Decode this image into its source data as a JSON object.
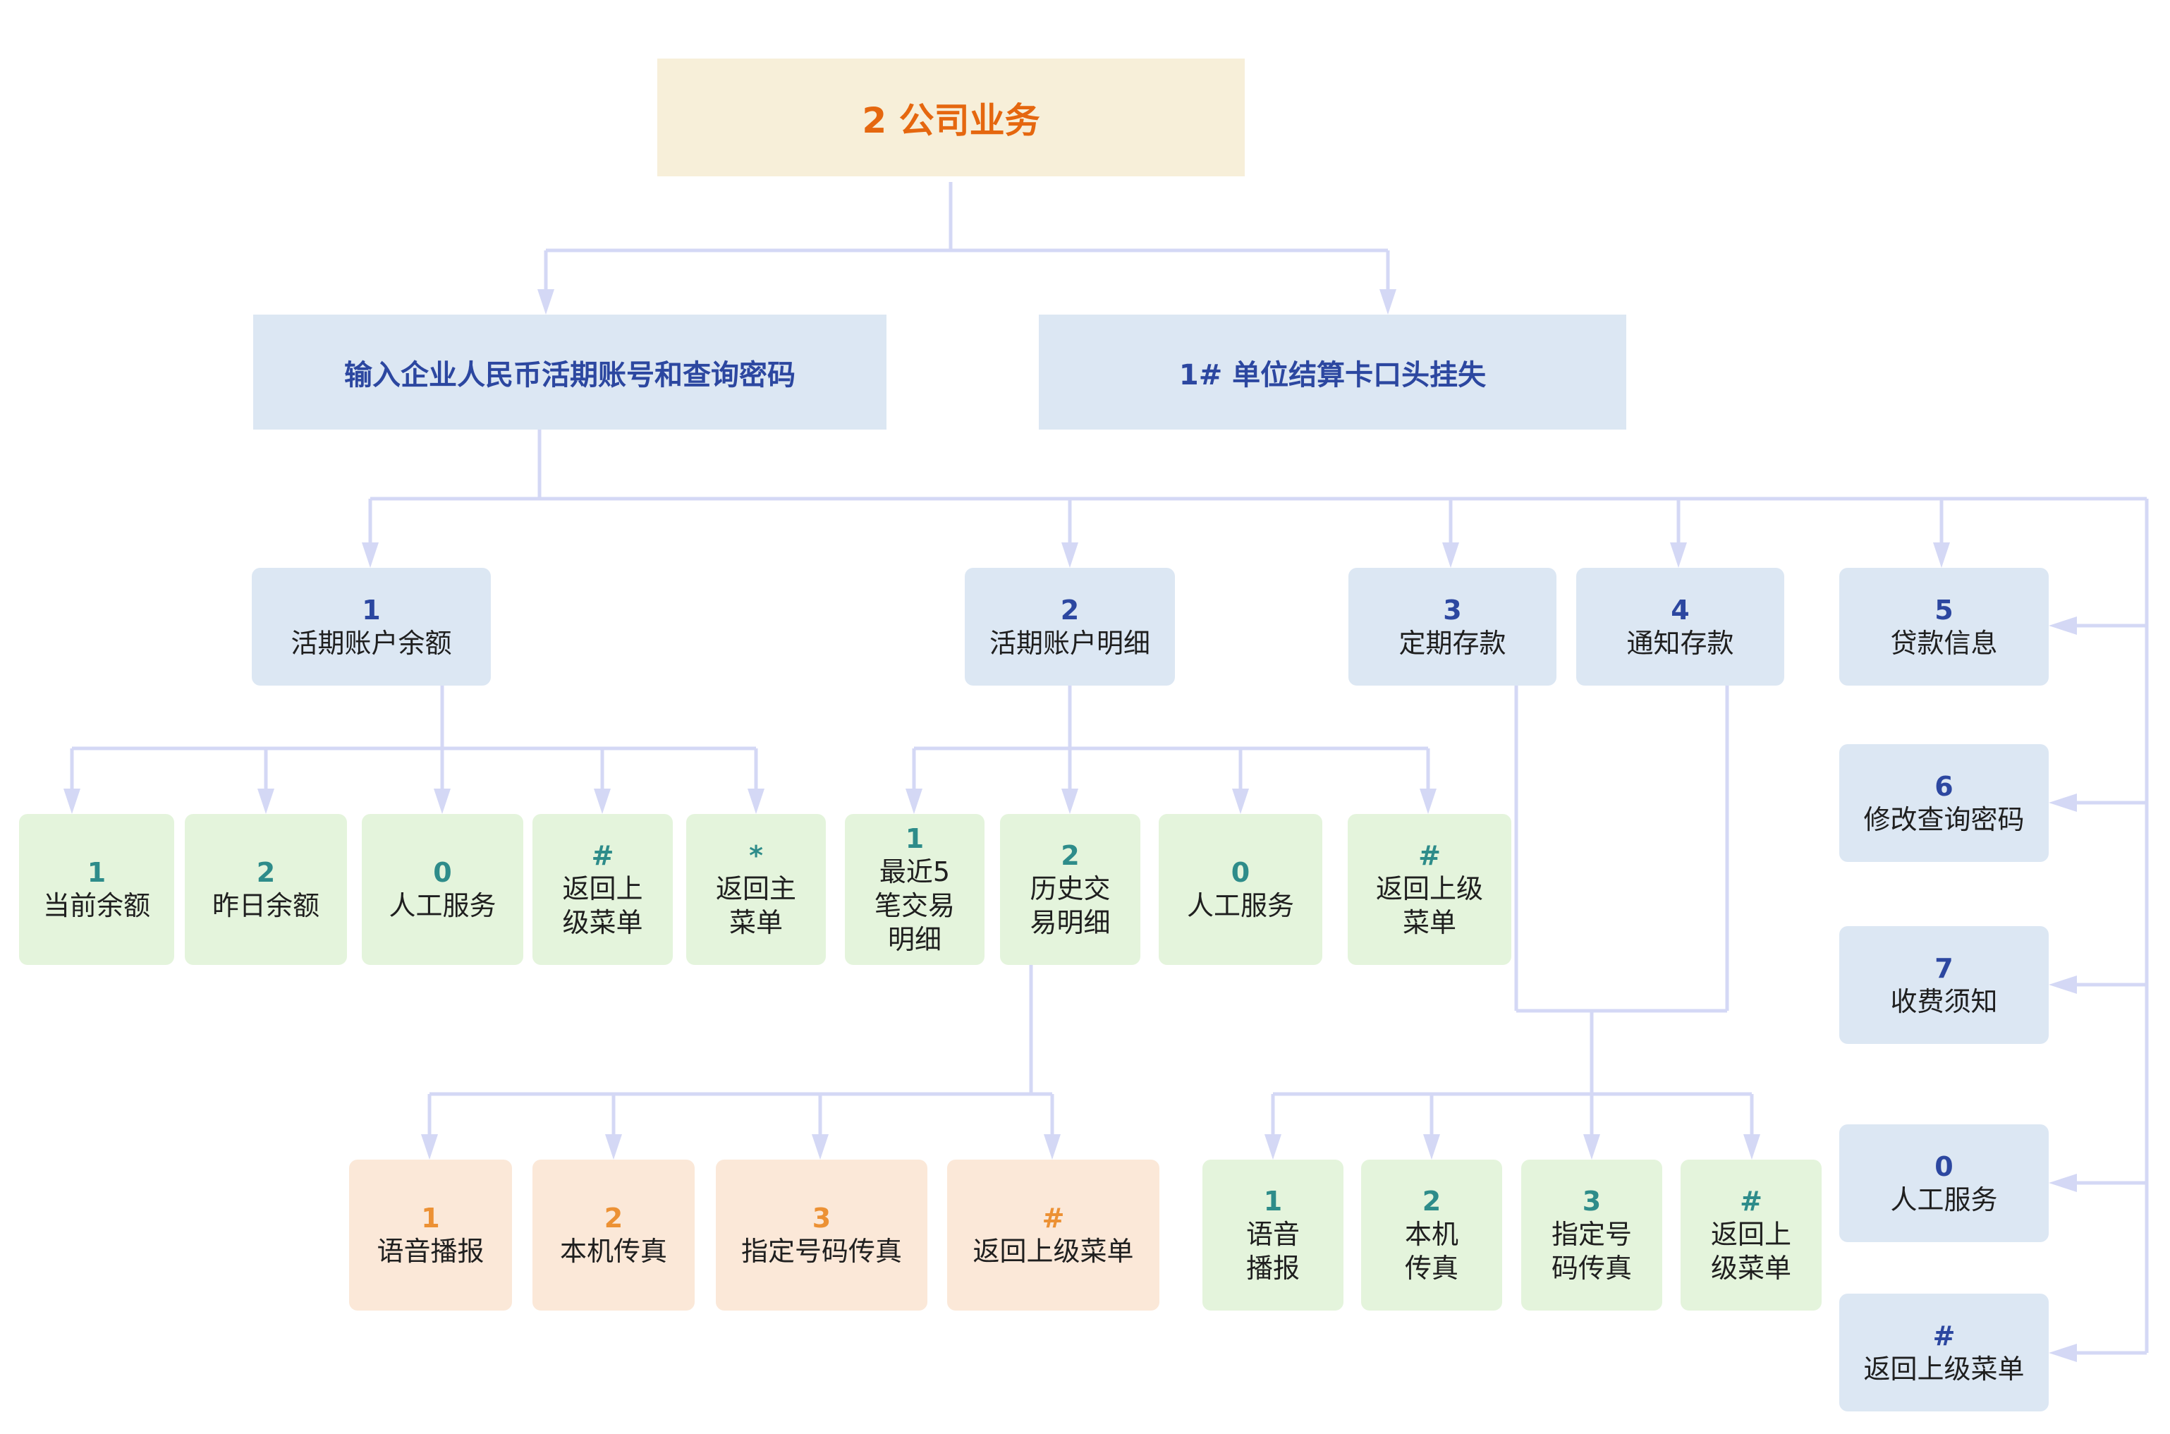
{
  "root": {
    "label": "2 公司业务"
  },
  "level1": [
    {
      "label": "输入企业人民币活期账号和查询密码"
    },
    {
      "label": "1#  单位结算卡口头挂失"
    }
  ],
  "menu": [
    {
      "key": "1",
      "label": "活期账户余额"
    },
    {
      "key": "2",
      "label": "活期账户明细"
    },
    {
      "key": "3",
      "label": "定期存款"
    },
    {
      "key": "4",
      "label": "通知存款"
    },
    {
      "key": "5",
      "label": "贷款信息"
    },
    {
      "key": "6",
      "label": "修改查询密码"
    },
    {
      "key": "7",
      "label": "收费须知"
    },
    {
      "key": "0",
      "label": "人工服务"
    },
    {
      "key": "#",
      "label": "返回上级菜单"
    }
  ],
  "balance_options": [
    {
      "key": "1",
      "label": "当前余额"
    },
    {
      "key": "2",
      "label": "昨日余额"
    },
    {
      "key": "0",
      "label": "人工服务"
    },
    {
      "key": "#",
      "label": "返回上\n级菜单"
    },
    {
      "key": "*",
      "label": "返回主\n菜单"
    }
  ],
  "detail_options": [
    {
      "key": "1",
      "label": "最近5\n笔交易\n明细"
    },
    {
      "key": "2",
      "label": "历史交\n易明细"
    },
    {
      "key": "0",
      "label": "人工服务"
    },
    {
      "key": "#",
      "label": "返回上级\n菜单"
    }
  ],
  "history_output": [
    {
      "key": "1",
      "label": "语音播报"
    },
    {
      "key": "2",
      "label": "本机传真"
    },
    {
      "key": "3",
      "label": "指定号码传真"
    },
    {
      "key": "#",
      "label": "返回上级菜单"
    }
  ],
  "deposit_output": [
    {
      "key": "1",
      "label": "语音\n播报"
    },
    {
      "key": "2",
      "label": "本机\n传真"
    },
    {
      "key": "3",
      "label": "指定号\n码传真"
    },
    {
      "key": "#",
      "label": "返回上\n级菜单"
    }
  ],
  "colors": {
    "connector": "#d4d8f5",
    "root_bg": "#f7efd9",
    "root_text": "#e5670f",
    "blue_bg": "#dce7f3",
    "blue_text": "#2c47a0",
    "green_bg": "#e4f4dc",
    "green_key": "#2e8c8a",
    "peach_bg": "#fbe8d8",
    "peach_key": "#ec9134"
  }
}
